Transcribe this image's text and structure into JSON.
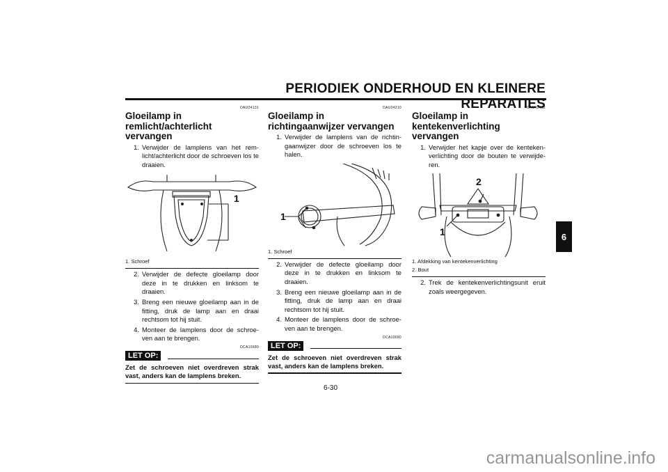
{
  "header": {
    "title": "PERIODIEK ONDERHOUD EN KLEINERE REPARATIES"
  },
  "columns": [
    {
      "code": "DAU24131",
      "title": "Gloeilamp in remlicht/achterlicht vervangen",
      "steps_before": [
        {
          "n": "1.",
          "text": "Verwijder de lamplens van het rem-licht/achterlicht door de schroeven los te draaien."
        }
      ],
      "figure": {
        "callouts": [
          "1"
        ]
      },
      "caption": [
        "1. Schroef"
      ],
      "steps_after": [
        {
          "n": "2.",
          "text": "Verwijder de defecte gloeilamp door deze in te drukken en linksom te draaien."
        },
        {
          "n": "3.",
          "text": "Breng een nieuwe gloeilamp aan in de fitting, druk de lamp aan en draai rechtsom tot hij stuit."
        },
        {
          "n": "4.",
          "text": "Monteer de lamplens door de schroe-ven aan te brengen."
        }
      ],
      "note": {
        "code": "DCA10680",
        "badge": "LET OP:",
        "text": "Zet de schroeven niet overdreven strak vast, anders kan de lamplens breken."
      }
    },
    {
      "code": "DAU24210",
      "title": "Gloeilamp in richtingaanwijzer vervangen",
      "steps_before": [
        {
          "n": "1.",
          "text": "Verwijder de lamplens van de richtin-gaanwijzer door de schroeven los te halen."
        }
      ],
      "figure": {
        "callouts": [
          "1"
        ]
      },
      "caption": [
        "1. Schroef"
      ],
      "steps_after": [
        {
          "n": "2.",
          "text": "Verwijder de defecte gloeilamp door deze in te drukken en linksom te draaien."
        },
        {
          "n": "3.",
          "text": "Breng een nieuwe gloeilamp aan in de fitting, druk de lamp aan en draai rechtsom tot hij stuit."
        },
        {
          "n": "4.",
          "text": "Monteer de lamplens door de schroe-ven aan te brengen."
        }
      ],
      "note": {
        "code": "DCA10680",
        "badge": "LET OP:",
        "text": "Zet de schroeven niet overdreven strak vast, anders kan de lamplens breken."
      }
    },
    {
      "code": "DAU42482",
      "title": "Gloeilamp in kentekenverlichting vervangen",
      "steps_before": [
        {
          "n": "1.",
          "text": "Verwijder het kapje over de kenteken-verlichting door de bouten te verwijde-ren."
        }
      ],
      "figure": {
        "callouts": [
          "2",
          "1"
        ]
      },
      "caption": [
        "1. Afdekking van kentekenverlichting",
        "2. Bout"
      ],
      "steps_after": [
        {
          "n": "2.",
          "text": "Trek de kentekenverlichtingsunit eruit zoals weergegeven."
        }
      ]
    }
  ],
  "side_tab": "6",
  "page_number": "6-30",
  "watermark": "carmanualsonline.info"
}
